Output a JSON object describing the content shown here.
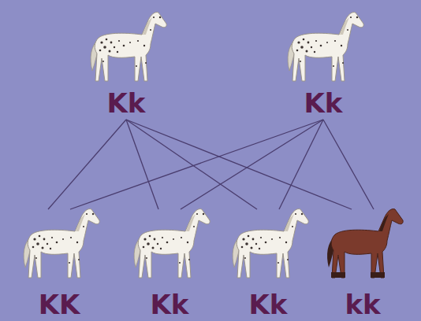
{
  "diagram": {
    "nodes": [
      {
        "text": [
          "Kk"
        ]
      },
      {
        "text": [
          "Kk"
        ]
      },
      {
        "text": [
          "KK"
        ]
      },
      {
        "text": [
          "Kk"
        ]
      },
      {
        "text": [
          "Kk"
        ]
      },
      {
        "text": [
          "kk"
        ]
      }
    ],
    "edges": [
      {
        "from": 0,
        "to": 2,
        "arrow": "none"
      },
      {
        "from": 0,
        "to": 3,
        "arrow": "none"
      },
      {
        "from": 0,
        "to": 4,
        "arrow": "none"
      },
      {
        "from": 0,
        "to": 5,
        "arrow": "none"
      },
      {
        "from": 1,
        "to": 2,
        "arrow": "none"
      },
      {
        "from": 1,
        "to": 3,
        "arrow": "none"
      },
      {
        "from": 1,
        "to": 4,
        "arrow": "none"
      },
      {
        "from": 1,
        "to": 5,
        "arrow": "none"
      }
    ]
  }
}
